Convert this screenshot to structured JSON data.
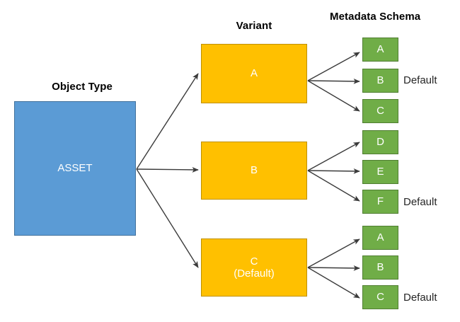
{
  "columns": {
    "object_type_title": "Object Type",
    "variant_title": "Variant",
    "metadata_title": "Metadata Schema"
  },
  "object_type": {
    "label": "ASSET",
    "color": "#5B9BD5"
  },
  "variants": [
    {
      "id": "variant-a",
      "label": "A",
      "sub": "",
      "color": "#FFC000"
    },
    {
      "id": "variant-b",
      "label": "B",
      "sub": "",
      "color": "#FFC000"
    },
    {
      "id": "variant-c",
      "label": "C",
      "sub": "(Default)",
      "color": "#FFC000"
    }
  ],
  "schema_groups": [
    {
      "group": "group-a",
      "items": [
        {
          "label": "A",
          "default_label": ""
        },
        {
          "label": "B",
          "default_label": "Default"
        },
        {
          "label": "C",
          "default_label": ""
        }
      ]
    },
    {
      "group": "group-b",
      "items": [
        {
          "label": "D",
          "default_label": ""
        },
        {
          "label": "E",
          "default_label": ""
        },
        {
          "label": "F",
          "default_label": "Default"
        }
      ]
    },
    {
      "group": "group-c",
      "items": [
        {
          "label": "A",
          "default_label": ""
        },
        {
          "label": "B",
          "default_label": ""
        },
        {
          "label": "C",
          "default_label": "Default"
        }
      ]
    }
  ],
  "colors": {
    "object": "#5B9BD5",
    "variant": "#FFC000",
    "schema": "#70AD47",
    "arrow": "#3B3B3B",
    "text": "#000000",
    "background": "#FFFFFF"
  }
}
